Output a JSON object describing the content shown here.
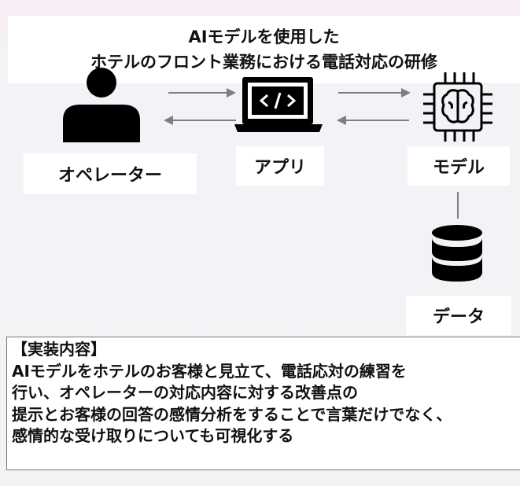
{
  "title": {
    "line1": "AIモデルを使用した",
    "line2": "ホテルのフロント業務における電話対応の研修"
  },
  "nodes": {
    "operator": "オペレーター",
    "app": "アプリ",
    "model": "モデル",
    "data": "データ"
  },
  "icons": {
    "operator": "person-icon",
    "app": "laptop-code-icon",
    "model": "brain-chip-icon",
    "data": "database-icon"
  },
  "description": {
    "heading": "【実装内容】",
    "lines": [
      "AIモデルをホテルのお客様と見立て、電話応対の練習を",
      "行い、オペレーターの対応内容に対する改善点の",
      "提示とお客様の回答の感情分析をすることで言葉だけでなく、",
      "感情的な受け取りについても可視化する"
    ]
  },
  "colors": {
    "background": "#f4f2f6",
    "box": "#ffffff",
    "icon": "#000000",
    "arrow": "#7f7f7f",
    "text": "#111111"
  }
}
